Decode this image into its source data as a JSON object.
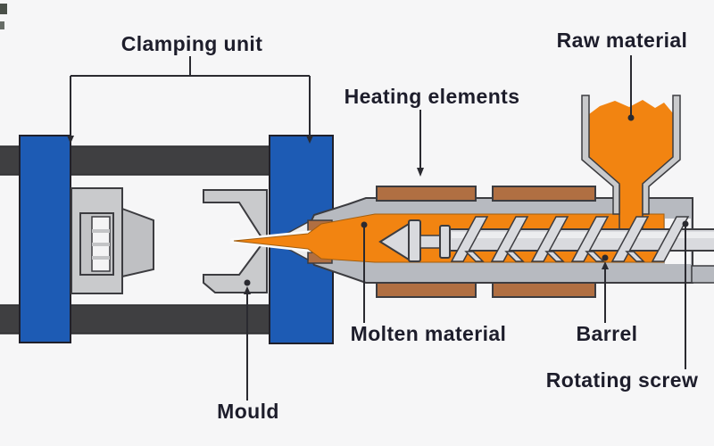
{
  "diagram": {
    "type": "technical-illustration",
    "subject": "Injection moulding machine cross-section",
    "labels": {
      "clamping_unit": "Clamping unit",
      "raw_material": "Raw material",
      "heating_elements": "Heating elements",
      "molten_material": "Molten material",
      "barrel": "Barrel",
      "rotating_screw": "Rotating screw",
      "mould": "Mould"
    },
    "components": [
      "clamping unit platens",
      "tie bars",
      "ejector unit",
      "mould halves",
      "nozzle",
      "barrel",
      "heater bands",
      "reciprocating screw",
      "hopper with raw material",
      "molten material channel"
    ],
    "colors": {
      "background": "#f6f6f7",
      "platen_blue": "#1d5bb4",
      "molten_orange": "#f28411",
      "heater_brown": "#b06f42",
      "barrel_gray": "#b7bac0",
      "screw_gray": "#d9dade",
      "machine_gray": "#c9cacc",
      "tie_bar_dark": "#3f3f41",
      "label_text": "#1d1d2b"
    }
  }
}
